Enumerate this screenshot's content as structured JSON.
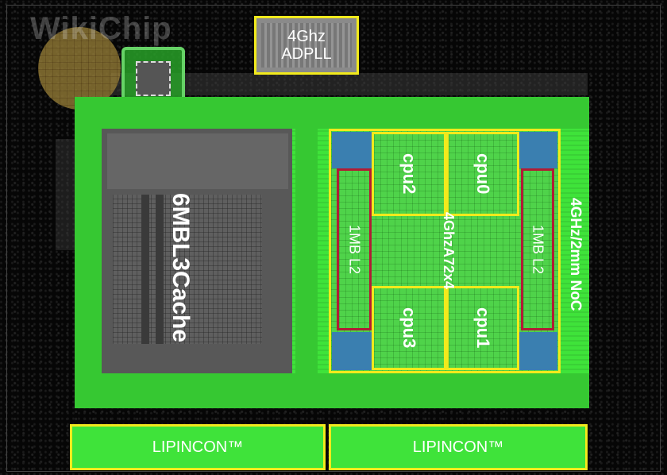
{
  "watermark": {
    "text": "WikiChip"
  },
  "blocks": {
    "adpll": {
      "line1": "4Ghz",
      "line2": "ADPLL"
    },
    "l3": {
      "line1": "6MB",
      "line2": "L3",
      "line3": "Cache"
    },
    "cores": {
      "cpu0": "cpu0",
      "cpu1": "cpu1",
      "cpu2": "cpu2",
      "cpu3": "cpu3"
    },
    "cluster": {
      "line1": "4Ghz",
      "line2": "A72x4"
    },
    "l2_left": "1MB L2",
    "l2_right": "1MB L2",
    "noc": "4GHz/2mm NoC",
    "lipincon_left": "LIPINCON™",
    "lipincon_right": "LIPINCON™"
  },
  "colors": {
    "die_green": "#3fe33a",
    "outline_yellow": "#f2ea1c",
    "l2_red": "#b01d35",
    "corner_blue": "#3a7fb0"
  }
}
